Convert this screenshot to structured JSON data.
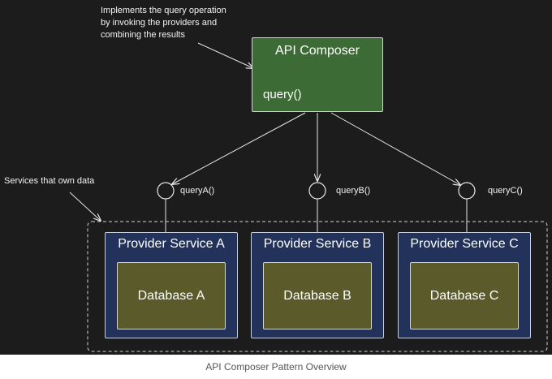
{
  "diagram": {
    "composer_note": "Implements the query operation by invoking the providers and combining the results",
    "composer_note_lines": [
      "Implements the query operation",
      "by invoking the providers and",
      "combining the results"
    ],
    "services_note": "Services that own data",
    "composer": {
      "title": "API Composer",
      "operation": "query()"
    },
    "providers": [
      {
        "title": "Provider Service A",
        "database": "Database A",
        "interface": "queryA()"
      },
      {
        "title": "Provider Service B",
        "database": "Database B",
        "interface": "queryB()"
      },
      {
        "title": "Provider Service C",
        "database": "Database C",
        "interface": "queryC()"
      }
    ],
    "colors": {
      "background": "#1c1c1c",
      "composer_fill": "#3d6b35",
      "provider_fill": "#22325a",
      "database_fill": "#5a5a2a",
      "line": "#e6e6e6"
    }
  },
  "caption": "API Composer Pattern Overview"
}
